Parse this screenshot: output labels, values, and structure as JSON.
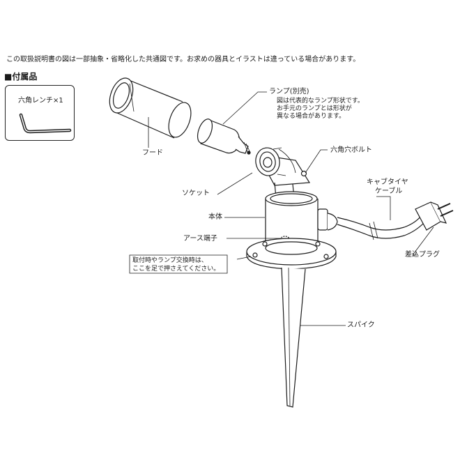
{
  "note": "この取扱説明書の図は一部抽象・省略化した共通図です。お求めの器具とイラストは違っている場合があります。",
  "accessories": {
    "title": "■付属品",
    "wrench": "六角レンチ×1"
  },
  "labels": {
    "hood": "フード",
    "lamp": "ランプ(別売)",
    "lamp_note": [
      "図は代表的なランプ形状です。",
      "お手元のランプとは形状が",
      "異なる場合があります。"
    ],
    "bolt": "六角穴ボルト",
    "cable": [
      "キャブタイヤ",
      "ケーブル"
    ],
    "socket": "ソケット",
    "body": "本体",
    "earth": "アース端子",
    "plug": "差込プラグ",
    "step": [
      "取付時やランプ交換時は、",
      "ここを足で押さえてください。"
    ],
    "spike": "スパイク"
  },
  "colors": {
    "line": "#1a1a1a"
  }
}
